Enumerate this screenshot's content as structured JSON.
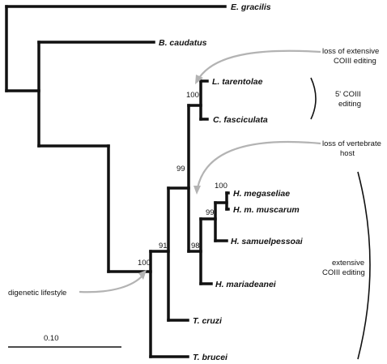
{
  "taxa": {
    "e_gracilis": "E. gracilis",
    "b_caudatus": "B. caudatus",
    "l_tarentolae": "L. tarentolae",
    "c_fasciculata": "C. fasciculata",
    "h_megaseliae": "H. megaseliae",
    "h_m_muscarum": "H. m. muscarum",
    "h_samuelpessoai": "H. samuelpessoai",
    "h_mariadeanei": "H. mariadeanei",
    "t_cruzi": "T. cruzi",
    "t_brucei": "T. brucei"
  },
  "bootstrap": {
    "leish_crith": "100",
    "leish_herp": "99",
    "herp_all": "98",
    "herp_sub": "99",
    "herp_pair": "100",
    "tcruzi_node": "91",
    "trypanosomatid": "100"
  },
  "annotations": {
    "loss_extensive_line1": "loss of extensive",
    "loss_extensive_line2": "COIII editing",
    "five_prime_line1": "5' COIII",
    "five_prime_line2": "editing",
    "loss_host_line1": "loss of vertebrate",
    "loss_host_line2": "host",
    "extensive_line1": "extensive",
    "extensive_line2": "COIII editing",
    "digenetic": "digenetic lifestyle"
  },
  "scale_bar": {
    "label": "0.10"
  },
  "colors": {
    "branch": "#111111",
    "arrow": "#b3b3b3"
  }
}
